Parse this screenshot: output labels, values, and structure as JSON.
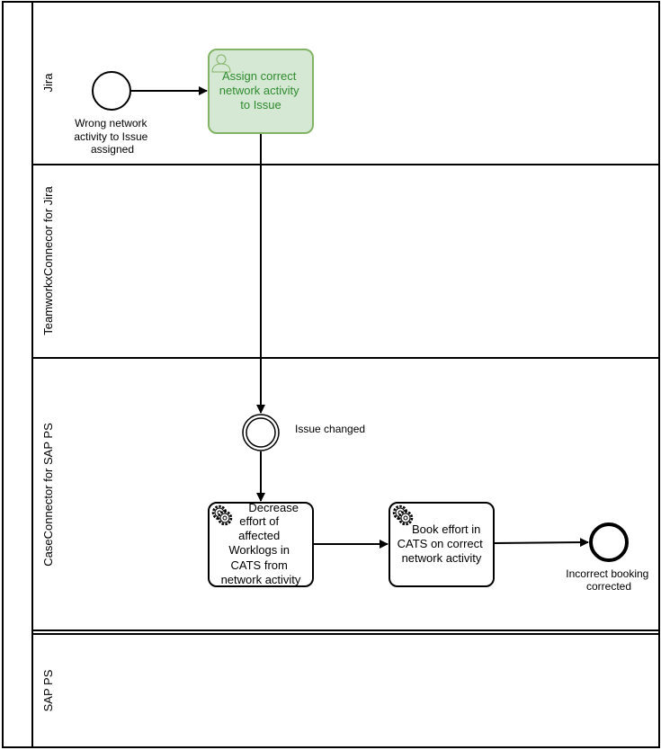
{
  "lanes": [
    {
      "label": "Jira"
    },
    {
      "label": "TeamworkxConnecor for Jira"
    },
    {
      "label": "CaseConnector for SAP PS"
    },
    {
      "label": "SAP PS"
    }
  ],
  "start_event": {
    "label_lines": [
      "Wrong network",
      "activity to Issue",
      "assigned"
    ]
  },
  "user_task": {
    "label_lines": [
      "Assign correct",
      "network activity",
      "to Issue"
    ]
  },
  "intermediate_event": {
    "label": "Issue changed"
  },
  "service_task_1": {
    "label_lines": [
      "Decrease",
      "effort of",
      "affected",
      "Worklogs in",
      "CATS from",
      "network activity"
    ]
  },
  "service_task_2": {
    "label_lines": [
      "Book effort in",
      "CATS on correct",
      "network activity"
    ]
  },
  "end_event": {
    "label_lines": [
      "Incorrect booking",
      "corrected"
    ]
  },
  "colors": {
    "user_task_fill": "#d5e8d4",
    "user_task_stroke": "#82b366",
    "user_task_text": "#2e8b2e"
  }
}
